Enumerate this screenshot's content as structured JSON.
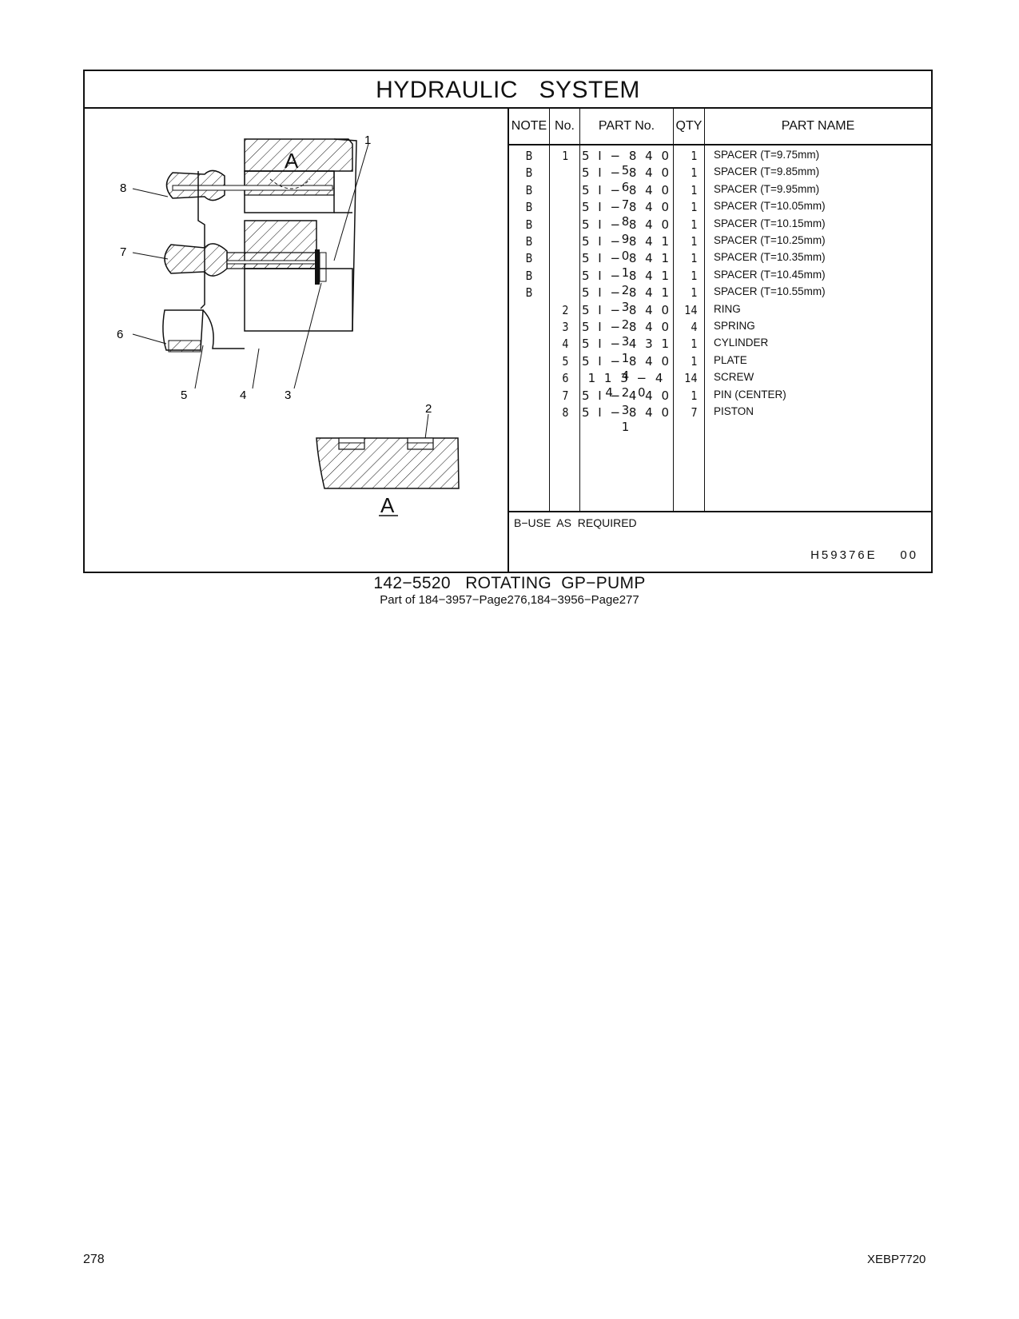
{
  "header": {
    "title": "HYDRAULIC   SYSTEM"
  },
  "illustration": {
    "callouts": [
      "1",
      "2",
      "3",
      "4",
      "5",
      "6",
      "7",
      "8"
    ],
    "view_label_top": "A",
    "view_label_bottom": "A"
  },
  "table": {
    "columns": {
      "note": "NOTE",
      "no": "No.",
      "part": "PART No.",
      "qty": "QTY",
      "name": "PART NAME"
    },
    "rows": [
      {
        "note": "B",
        "no": "1",
        "part": "5 I − 8 4 0 5",
        "qty": "1",
        "name": "SPACER (T=9.75mm)"
      },
      {
        "note": "B",
        "no": "",
        "part": "5 I − 8 4 0 6",
        "qty": "1",
        "name": "SPACER (T=9.85mm)"
      },
      {
        "note": "B",
        "no": "",
        "part": "5 I − 8 4 0 7",
        "qty": "1",
        "name": "SPACER (T=9.95mm)"
      },
      {
        "note": "B",
        "no": "",
        "part": "5 I − 8 4 0 8",
        "qty": "1",
        "name": "SPACER (T=10.05mm)"
      },
      {
        "note": "B",
        "no": "",
        "part": "5 I − 8 4 0 9",
        "qty": "1",
        "name": "SPACER (T=10.15mm)"
      },
      {
        "note": "B",
        "no": "",
        "part": "5 I − 8 4 1 0",
        "qty": "1",
        "name": "SPACER (T=10.25mm)"
      },
      {
        "note": "B",
        "no": "",
        "part": "5 I − 8 4 1 1",
        "qty": "1",
        "name": "SPACER (T=10.35mm)"
      },
      {
        "note": "B",
        "no": "",
        "part": "5 I − 8 4 1 2",
        "qty": "1",
        "name": "SPACER (T=10.45mm)"
      },
      {
        "note": "B",
        "no": "",
        "part": "5 I − 8 4 1 3",
        "qty": "1",
        "name": "SPACER (T=10.55mm)"
      },
      {
        "note": "",
        "no": "2",
        "part": "5 I − 8 4 0 2",
        "qty": "14",
        "name": "RING"
      },
      {
        "note": "",
        "no": "3",
        "part": "5 I − 8 4 0 3",
        "qty": "4",
        "name": "SPRING"
      },
      {
        "note": "",
        "no": "4",
        "part": "5 I − 4 3 1 1",
        "qty": "1",
        "name": "CYLINDER"
      },
      {
        "note": "",
        "no": "5",
        "part": "5 I − 8 4 0 4",
        "qty": "1",
        "name": "PLATE"
      },
      {
        "note": "",
        "no": "6",
        "part": "1 1 3 − 4 4 2 0",
        "qty": "14",
        "name": "SCREW"
      },
      {
        "note": "",
        "no": "7",
        "part": "5 I − 4 4 0 3",
        "qty": "1",
        "name": "PIN (CENTER)"
      },
      {
        "note": "",
        "no": "8",
        "part": "5 I − 8 4 0 1",
        "qty": "7",
        "name": "PISTON"
      }
    ],
    "footnote": "B−USE  AS  REQUIRED",
    "drawing_code": "H59376E    00"
  },
  "caption": {
    "line1": "142−5520   ROTATING  GP−PUMP",
    "line2": "Part of 184−3957−Page276,184−3956−Page277"
  },
  "page_number": "278",
  "doc_code": "XEBP7720"
}
